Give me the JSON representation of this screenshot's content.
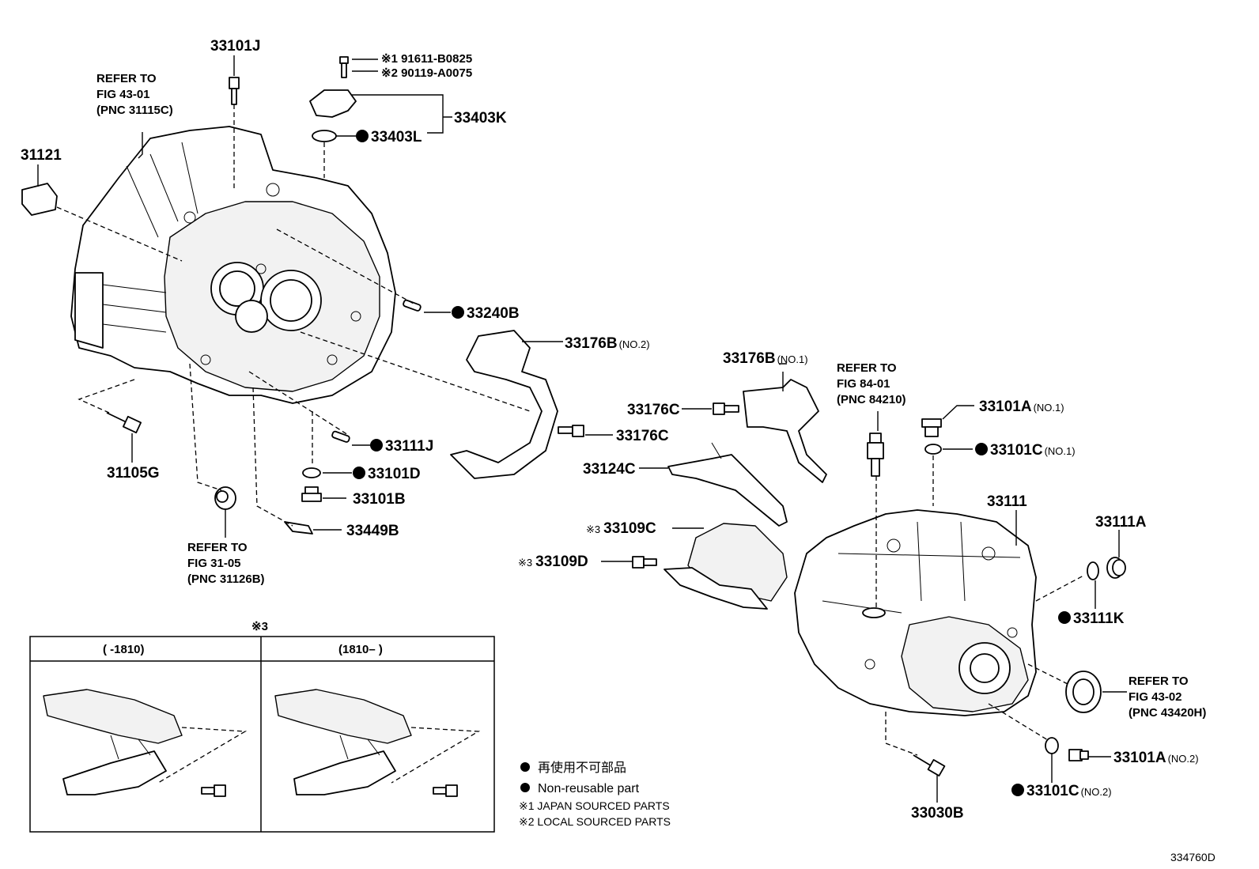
{
  "diagram_code": "334760D",
  "parts": [
    {
      "id": "p-33101J",
      "label": "33101J"
    },
    {
      "id": "p-31121",
      "label": "31121"
    },
    {
      "id": "p-33403K",
      "label": "33403K"
    },
    {
      "id": "p-33403L",
      "label": "33403L",
      "nonreusable": true
    },
    {
      "id": "p-33240B",
      "label": "33240B",
      "nonreusable": true
    },
    {
      "id": "p-33176B-no2",
      "label": "33176B",
      "suffix": "(NO.2)"
    },
    {
      "id": "p-33176B-no1",
      "label": "33176B",
      "suffix": "(NO.1)"
    },
    {
      "id": "p-33176C-a",
      "label": "33176C"
    },
    {
      "id": "p-33176C-b",
      "label": "33176C"
    },
    {
      "id": "p-33124C",
      "label": "33124C"
    },
    {
      "id": "p-33111J",
      "label": "33111J",
      "nonreusable": true
    },
    {
      "id": "p-33101D",
      "label": "33101D",
      "nonreusable": true
    },
    {
      "id": "p-33101B",
      "label": "33101B"
    },
    {
      "id": "p-33449B",
      "label": "33449B"
    },
    {
      "id": "p-31105G",
      "label": "31105G"
    },
    {
      "id": "p-33109C",
      "label": "33109C",
      "prefix": "※3"
    },
    {
      "id": "p-33109D",
      "label": "33109D",
      "prefix": "※3"
    },
    {
      "id": "p-33101A-no1",
      "label": "33101A",
      "suffix": "(NO.1)"
    },
    {
      "id": "p-33101C-no1",
      "label": "33101C",
      "suffix": "(NO.1)",
      "nonreusable": true
    },
    {
      "id": "p-33111",
      "label": "33111"
    },
    {
      "id": "p-33111A",
      "label": "33111A"
    },
    {
      "id": "p-33111K",
      "label": "33111K",
      "nonreusable": true
    },
    {
      "id": "p-33101A-no2",
      "label": "33101A",
      "suffix": "(NO.2)"
    },
    {
      "id": "p-33101C-no2",
      "label": "33101C",
      "suffix": "(NO.2)",
      "nonreusable": true
    },
    {
      "id": "p-33030B",
      "label": "33030B"
    }
  ],
  "bolt_note": {
    "line1": "※1  91611-B0825",
    "line2": "※2  90119-A0075"
  },
  "refer_notes": [
    {
      "id": "ref-43-01",
      "lines": [
        "REFER TO",
        "FIG 43-01",
        "(PNC 31115C)"
      ]
    },
    {
      "id": "ref-31-05",
      "lines": [
        "REFER TO",
        "FIG 31-05",
        "(PNC 31126B)"
      ]
    },
    {
      "id": "ref-84-01",
      "lines": [
        "REFER TO",
        "FIG 84-01",
        "(PNC 84210)"
      ]
    },
    {
      "id": "ref-43-02",
      "lines": [
        "REFER TO",
        "FIG 43-02",
        "(PNC 43420H)"
      ]
    }
  ],
  "inset": {
    "marker": "※3",
    "left_header": "(      -1810)",
    "right_header": "(1810–        )"
  },
  "legend": {
    "jp": "再使用不可部品",
    "en": "Non-reusable part",
    "note1": "※1  JAPAN SOURCED PARTS",
    "note2": "※2  LOCAL SOURCED PARTS"
  }
}
